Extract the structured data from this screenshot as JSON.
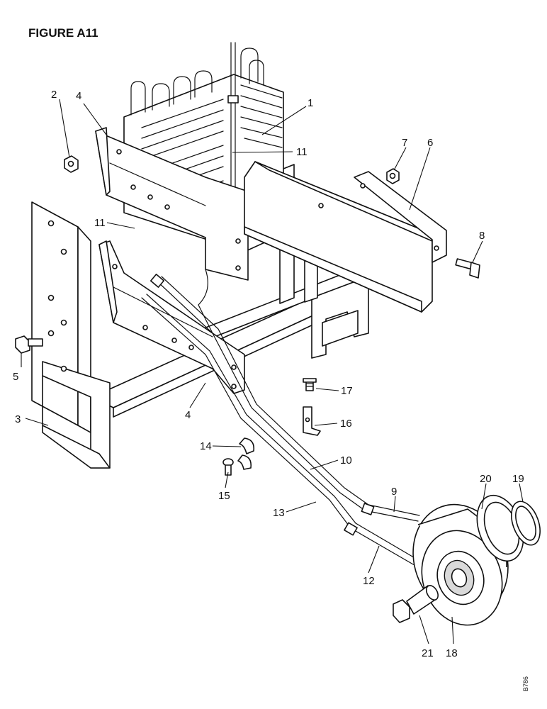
{
  "figure": {
    "title": "FIGURE A11",
    "code": "B786"
  },
  "callouts": [
    {
      "id": "c1",
      "text": "1"
    },
    {
      "id": "c2",
      "text": "2"
    },
    {
      "id": "c3",
      "text": "3"
    },
    {
      "id": "c4a",
      "text": "4"
    },
    {
      "id": "c4b",
      "text": "4"
    },
    {
      "id": "c5",
      "text": "5"
    },
    {
      "id": "c6",
      "text": "6"
    },
    {
      "id": "c7",
      "text": "7"
    },
    {
      "id": "c8",
      "text": "8"
    },
    {
      "id": "c9",
      "text": "9"
    },
    {
      "id": "c10",
      "text": "10"
    },
    {
      "id": "c11a",
      "text": "11"
    },
    {
      "id": "c11b",
      "text": "11"
    },
    {
      "id": "c12",
      "text": "12"
    },
    {
      "id": "c13",
      "text": "13"
    },
    {
      "id": "c14",
      "text": "14"
    },
    {
      "id": "c15",
      "text": "15"
    },
    {
      "id": "c16",
      "text": "16"
    },
    {
      "id": "c17",
      "text": "17"
    },
    {
      "id": "c18",
      "text": "18"
    },
    {
      "id": "c19",
      "text": "19"
    },
    {
      "id": "c20",
      "text": "20"
    },
    {
      "id": "c21",
      "text": "21"
    }
  ]
}
